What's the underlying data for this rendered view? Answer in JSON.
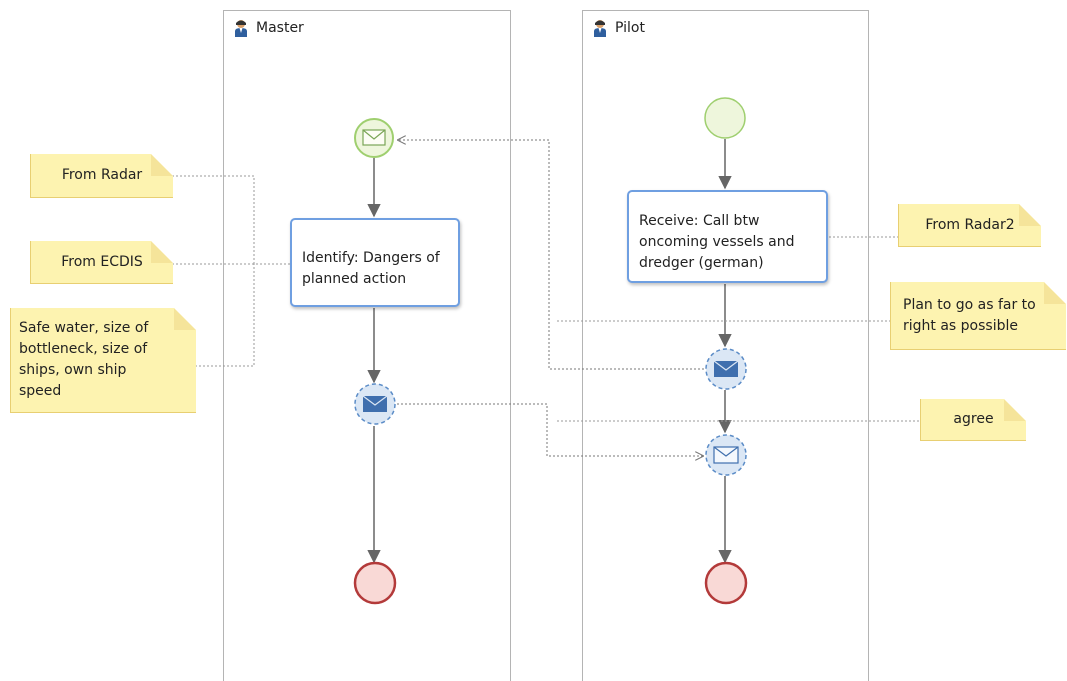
{
  "lanes": [
    {
      "label": "Master",
      "icon": "user-icon"
    },
    {
      "label": "Pilot",
      "icon": "user-icon"
    }
  ],
  "tasks": {
    "identify": "Identify: Dangers of\nplanned action",
    "receive": "Receive: Call btw\noncoming vessels and\ndredger (german)"
  },
  "notes": {
    "radar": "From Radar",
    "ecdis": "From ECDIS",
    "safe_water": "Safe water, size of\nbottleneck, size of\nships, own ship\nspeed",
    "radar2": "From Radar2",
    "plan": "Plan to go as far to\nright as possible",
    "agree": "agree"
  },
  "events": {
    "master_start": "message-start-event",
    "master_throw": "message-throw-event",
    "master_end": "end-event",
    "pilot_start": "start-event",
    "pilot_throw": "message-throw-event",
    "pilot_catch": "message-catch-event",
    "pilot_end": "end-event"
  },
  "colors": {
    "task_border": "#6f9fe1",
    "start_fill": "#eef6dc",
    "start_stroke": "#9fcf6f",
    "end_fill": "#f9d9d6",
    "end_stroke": "#b33a3a",
    "intermediate_fill": "#dbe7f5",
    "intermediate_stroke": "#5b8cc7",
    "note_fill": "#fdf3b0"
  }
}
